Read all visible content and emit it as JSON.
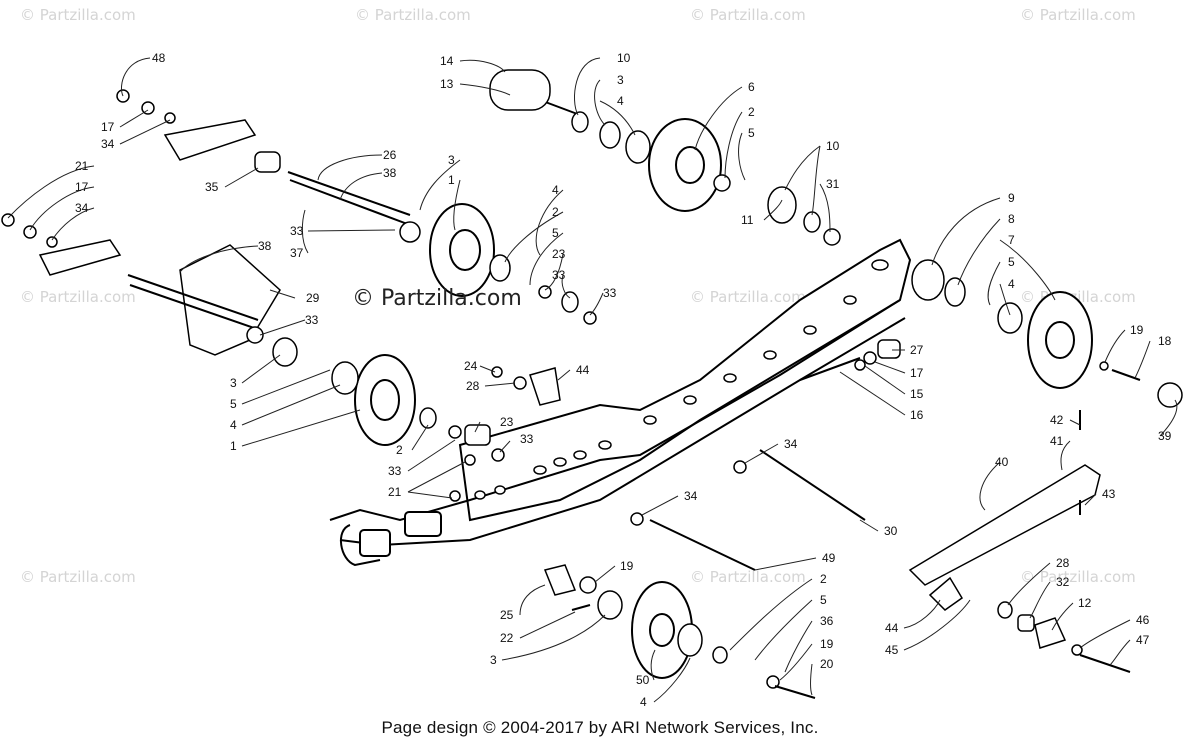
{
  "watermark_text": "© Partzilla.com",
  "center_watermark_text": "© Partzilla.com",
  "footer_text": "Page design © 2004-2017 by ARI Network Services, Inc.",
  "callouts": [
    "48",
    "17",
    "34",
    "21",
    "17",
    "34",
    "35",
    "26",
    "38",
    "33",
    "37",
    "38",
    "29",
    "33",
    "3",
    "5",
    "4",
    "1",
    "3",
    "1",
    "4",
    "2",
    "5",
    "23",
    "33",
    "33",
    "14",
    "13",
    "10",
    "3",
    "4",
    "6",
    "2",
    "5",
    "10",
    "31",
    "11",
    "9",
    "8",
    "7",
    "5",
    "4",
    "19",
    "18",
    "39",
    "24",
    "28",
    "44",
    "27",
    "17",
    "15",
    "16",
    "2",
    "33",
    "23",
    "33",
    "21",
    "34",
    "30",
    "34",
    "49",
    "42",
    "41",
    "40",
    "43",
    "19",
    "25",
    "22",
    "3",
    "2",
    "5",
    "36",
    "19",
    "20",
    "50",
    "4",
    "28",
    "32",
    "12",
    "44",
    "45",
    "46",
    "47"
  ]
}
